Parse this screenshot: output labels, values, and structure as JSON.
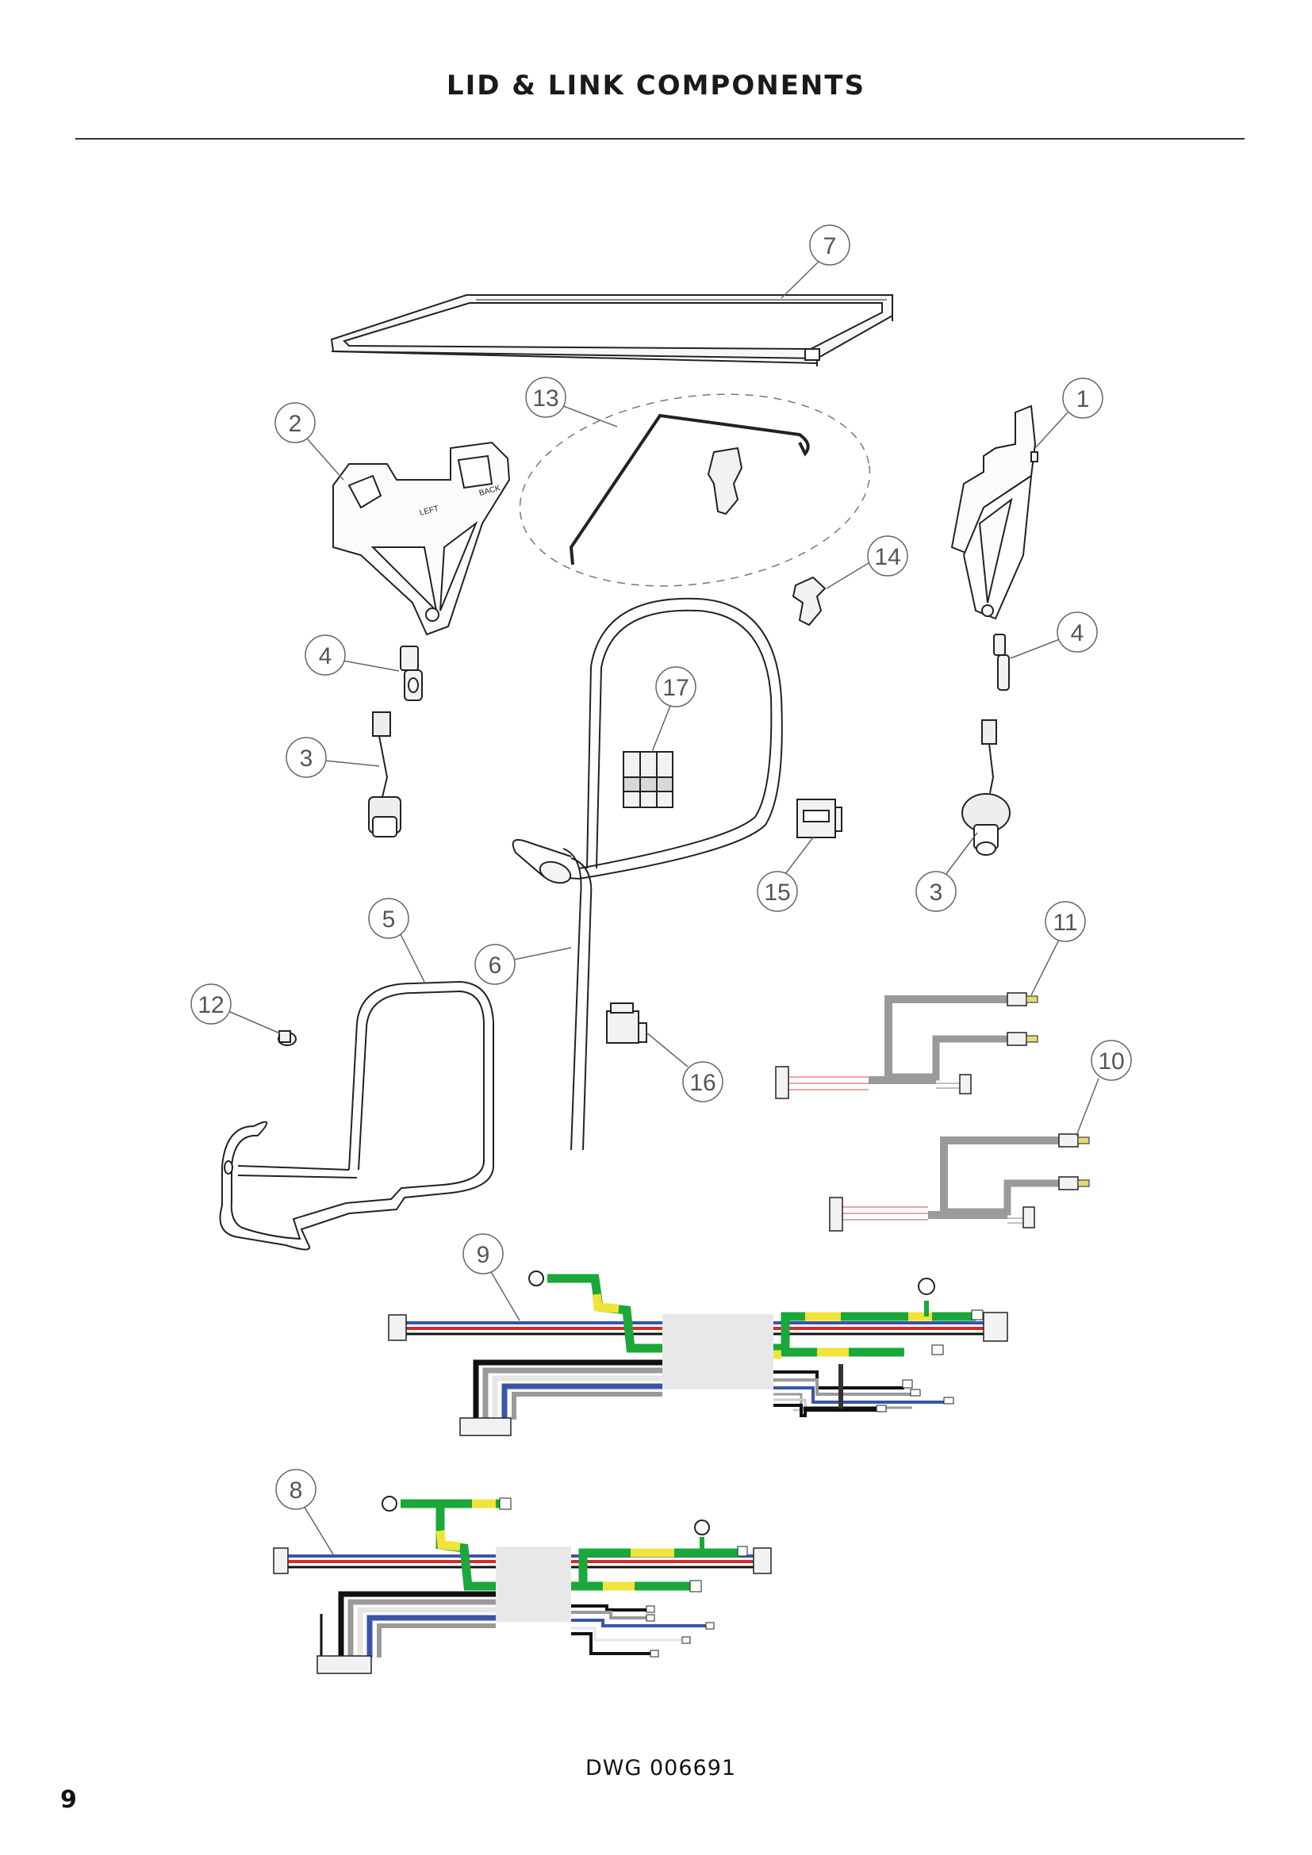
{
  "page": {
    "title": "LID & LINK COMPONENTS",
    "drawing_number": "DWG 006691",
    "page_number": "9"
  },
  "callouts": [
    "1",
    "2",
    "3",
    "3",
    "4",
    "4",
    "5",
    "6",
    "7",
    "8",
    "9",
    "10",
    "11",
    "12",
    "13",
    "14",
    "15",
    "16",
    "17"
  ],
  "parts": {
    "lid_frame": "7",
    "left_hinge_bracket": "2",
    "right_hinge_bracket": "1",
    "lid_stay_assembly": "13",
    "clip_left": "4",
    "clip_right": "4",
    "damper_left": "3",
    "damper_right": "3",
    "lid_seal": "5",
    "conduit_tube": "6",
    "cable_tie": "12",
    "push_fastener": "14",
    "cable_clamp": "15",
    "connector_housing": "16",
    "bracket_clip": "17",
    "harness_11": "11",
    "harness_10": "10",
    "harness_9": "9",
    "harness_8": "8"
  },
  "label_text": {
    "hinge_left": "LEFT",
    "hinge_back": "BACK"
  },
  "colors": {
    "wire_blue": "#3a55a8",
    "wire_red": "#d42a2a",
    "wire_green": "#1aa83a",
    "wire_yellow": "#f2e33a",
    "wire_black": "#111111",
    "wire_grey": "#9a9a9a",
    "wire_white": "#e6e6e6",
    "callout_stroke": "#666666"
  }
}
